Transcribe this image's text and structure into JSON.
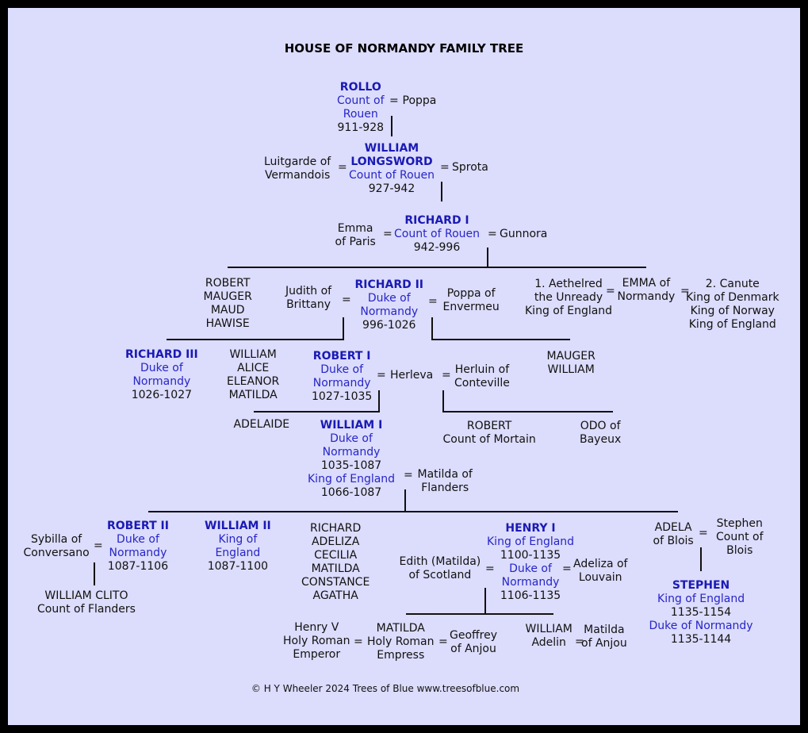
{
  "title": "HOUSE OF NORMANDY FAMILY TREE",
  "footer": "© H Y Wheeler 2024 Trees of Blue www.treesofblue.com",
  "eq": "=",
  "people": {
    "rollo": [
      "ROLLO",
      "Count of",
      "Rouen",
      "911-928"
    ],
    "poppa": [
      "Poppa"
    ],
    "luitgarde": [
      "Luitgarde of",
      "Vermandois"
    ],
    "william_longsword": [
      "WILLIAM",
      "LONGSWORD",
      "Count of Rouen",
      "927-942"
    ],
    "sprota": [
      "Sprota"
    ],
    "emma_paris": [
      "Emma",
      "of Paris"
    ],
    "richard1": [
      "RICHARD I",
      "Count of Rouen",
      "942-996"
    ],
    "gunnora": [
      "Gunnora"
    ],
    "sibs_r1": [
      "ROBERT",
      "MAUGER",
      "MAUD",
      "HAWISE"
    ],
    "judith": [
      "Judith of",
      "Brittany"
    ],
    "richard2": [
      "RICHARD II",
      "Duke of",
      "Normandy",
      "996-1026"
    ],
    "poppa_envermeu": [
      "Poppa of",
      "Envermeu"
    ],
    "aethelred": [
      "1. Aethelred",
      "the Unready",
      "King of England"
    ],
    "emma_normandy": [
      "EMMA of",
      "Normandy"
    ],
    "canute": [
      "2. Canute",
      "King of Denmark",
      "King of Norway",
      "King of England"
    ],
    "richard3": [
      "RICHARD III",
      "Duke of",
      "Normandy",
      "1026-1027"
    ],
    "sibs_r2a": [
      "WILLIAM",
      "ALICE",
      "ELEANOR",
      "MATILDA"
    ],
    "robert1": [
      "ROBERT I",
      "Duke of",
      "Normandy",
      "1027-1035"
    ],
    "herleva": [
      "Herleva"
    ],
    "herluin": [
      "Herluin of",
      "Conteville"
    ],
    "mauger_william": [
      "MAUGER",
      "WILLIAM"
    ],
    "adelaide": [
      "ADELAIDE"
    ],
    "william1": [
      "WILLIAM I",
      "Duke of",
      "Normandy",
      "1035-1087",
      "King of England",
      "1066-1087"
    ],
    "matilda_flanders": [
      "Matilda of",
      "Flanders"
    ],
    "robert_mortain": [
      "ROBERT",
      "Count of Mortain"
    ],
    "odo": [
      "ODO of",
      "Bayeux"
    ],
    "sybilla": [
      "Sybilla of",
      "Conversano"
    ],
    "robert2": [
      "ROBERT II",
      "Duke of",
      "Normandy",
      "1087-1106"
    ],
    "william2": [
      "WILLIAM II",
      "King of",
      "England",
      "1087-1100"
    ],
    "sibs_w1": [
      "RICHARD",
      "ADELIZA",
      "CECILIA",
      "MATILDA",
      "CONSTANCE",
      "AGATHA"
    ],
    "henry1": [
      "HENRY I",
      "King of England",
      "1100-1135",
      "Duke of",
      "Normandy",
      "1106-1135"
    ],
    "edith": [
      "Edith (Matilda)",
      "of Scotland"
    ],
    "adeliza_louvain": [
      "Adeliza of",
      "Louvain"
    ],
    "adela": [
      "ADELA",
      "of Blois"
    ],
    "stephen_blois": [
      "Stephen",
      "Count of",
      "Blois"
    ],
    "william_clito": [
      "WILLIAM CLITO",
      "Count of Flanders"
    ],
    "henry_v": [
      "Henry V",
      "Holy Roman",
      "Emperor"
    ],
    "empress_matilda": [
      "MATILDA",
      "Holy Roman",
      "Empress"
    ],
    "geoffrey": [
      "Geoffrey",
      "of Anjou"
    ],
    "william_adelin": [
      "WILLIAM",
      "Adelin"
    ],
    "matilda_anjou": [
      "Matilda",
      "of Anjou"
    ],
    "stephen": [
      "STEPHEN",
      "King of England",
      "1135-1154",
      "Duke of Normandy",
      "1135-1144"
    ]
  }
}
